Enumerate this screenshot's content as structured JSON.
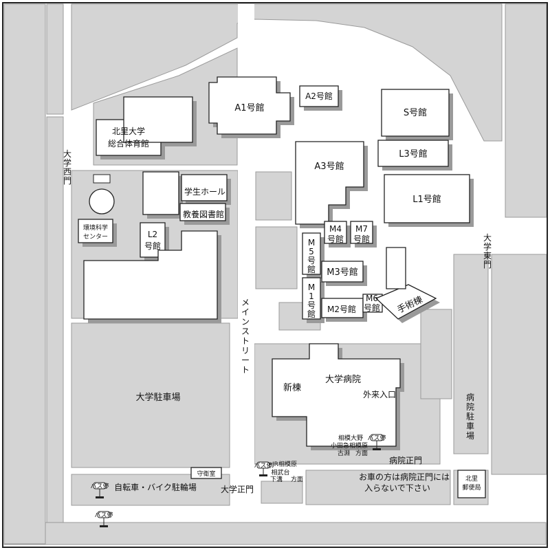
{
  "labels": {
    "sogo_l1": "北里大学",
    "sogo_l2": "総合体育館",
    "a1": "A1号館",
    "a2": "A2号館",
    "a3": "A3号館",
    "s": "S号館",
    "l3": "L3号館",
    "l1": "L1号館",
    "l2_l1": "L2",
    "l2_l2": "号館",
    "gakusei": "学生ホール",
    "kyoyo": "教養図書館",
    "kankyo_l1": "環境科学",
    "kankyo_l2": "センター",
    "m4_l1": "M4",
    "m4_l2": "号館",
    "m7_l1": "M7",
    "m7_l2": "号館",
    "m5": [
      "M",
      "5",
      "号",
      "館"
    ],
    "m1": [
      "M",
      "1",
      "号",
      "館"
    ],
    "m3": "M3号館",
    "m2": "M2号館",
    "m6_l1": "M6",
    "m6_l2": "号館",
    "shujutsu": "手術棟",
    "main_street": [
      "メ",
      "イ",
      "ン",
      "ス",
      "ト",
      "リ",
      "ー",
      "ト"
    ],
    "daigaku_nishimon": [
      "大",
      "学",
      "西",
      "門"
    ],
    "daigaku_higashimon": [
      "大",
      "学",
      "東",
      "門"
    ],
    "parking": "大学駐車場",
    "shinto": "新棟",
    "hospital": "大学病院",
    "gairai": "外来入口",
    "hospital_parking": [
      "病",
      "院",
      "駐",
      "車",
      "場"
    ],
    "shueishitsu": "守衛室",
    "bike": "自転車・バイク駐輪場",
    "daigaku_seimon": "大学正門",
    "byoin_seimon": "病院正門",
    "notice_l1": "お車の方は病院正門には",
    "notice_l2": "入らないで下さい",
    "post_l1": "北里",
    "post_l2": "郵便局",
    "bus_jr_l1": "JR相模原",
    "bus_jr_l2": "相武台",
    "bus_jr_l3": "下溝",
    "bus_jr_dir": "方面",
    "bus_hosp_l1": "相模大野",
    "bus_hosp_l2": "小田急相模原",
    "bus_hosp_l3": "古淵",
    "bus_hosp_dir": "方面",
    "bus_stop": "バス停"
  },
  "colors": {
    "building": "#ffffff",
    "shadow": "#9a9a9a",
    "block": "#d4d4d4",
    "road": "#ffffff",
    "outline": "#222222"
  }
}
